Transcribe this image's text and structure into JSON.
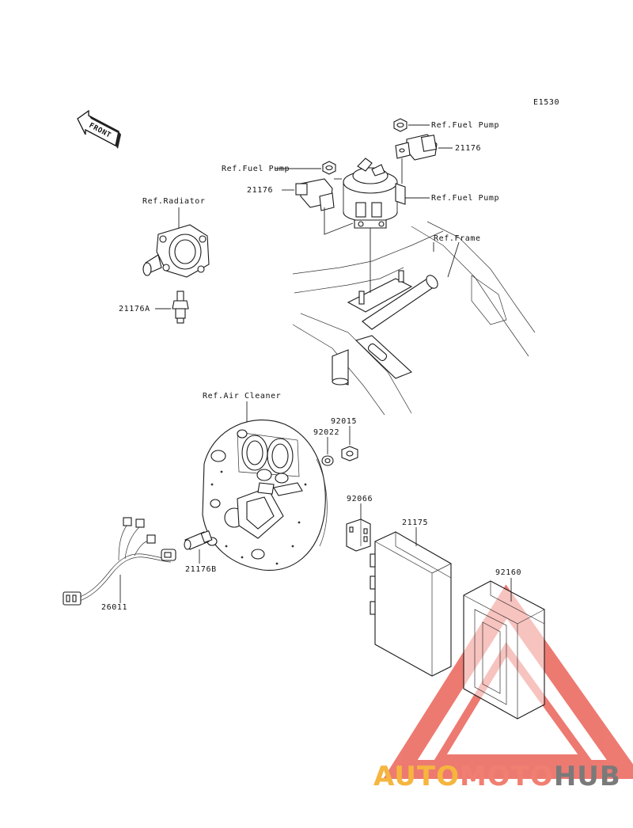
{
  "diagram_code": "E1530",
  "front_label": "FRONT",
  "labels": {
    "ref_fuel_pump_top": "Ref.Fuel Pump",
    "ref_fuel_pump_left": "Ref.Fuel Pump",
    "ref_fuel_pump_right": "Ref.Fuel Pump",
    "ref_radiator": "Ref.Radiator",
    "ref_frame": "Ref.Frame",
    "ref_air_cleaner": "Ref.Air Cleaner"
  },
  "parts": {
    "p21176_top": "21176",
    "p21176_left": "21176",
    "p21176A": "21176A",
    "p92015": "92015",
    "p92022": "92022",
    "p92066": "92066",
    "p21175": "21175",
    "p92160": "92160",
    "p21176B": "21176B",
    "p26011": "26011"
  },
  "watermark": {
    "part1": "AUTO",
    "part2": "MOTO",
    "part3": "HUB",
    "color1": "#f5b53f",
    "color2": "#f07f72",
    "color3": "#7a7a7a",
    "triangle_color": "#e8564a"
  }
}
